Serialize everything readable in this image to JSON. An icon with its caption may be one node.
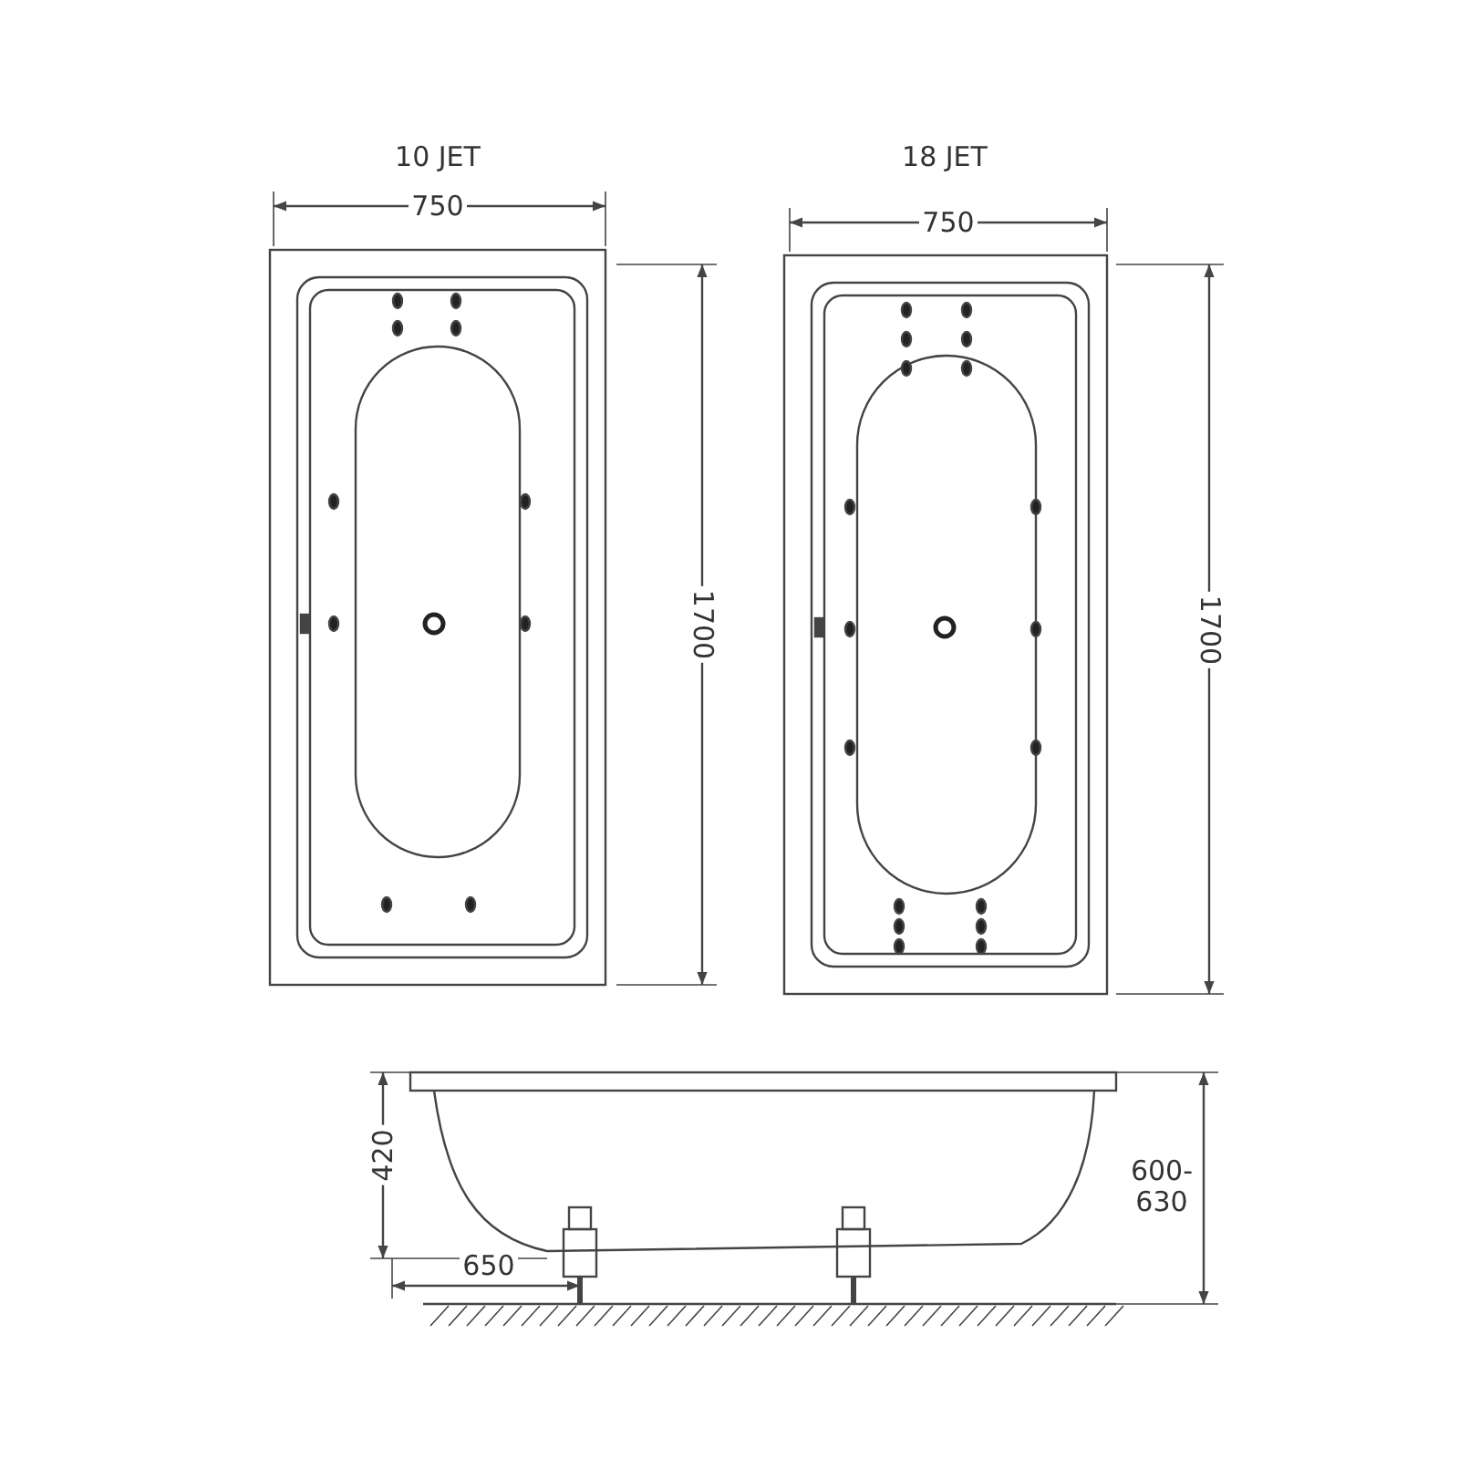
{
  "diagram": {
    "labels": [
      "10 JET",
      "18 JET",
      "750",
      "750",
      "1700",
      "1700",
      "420",
      "650",
      "600- 630"
    ]
  }
}
